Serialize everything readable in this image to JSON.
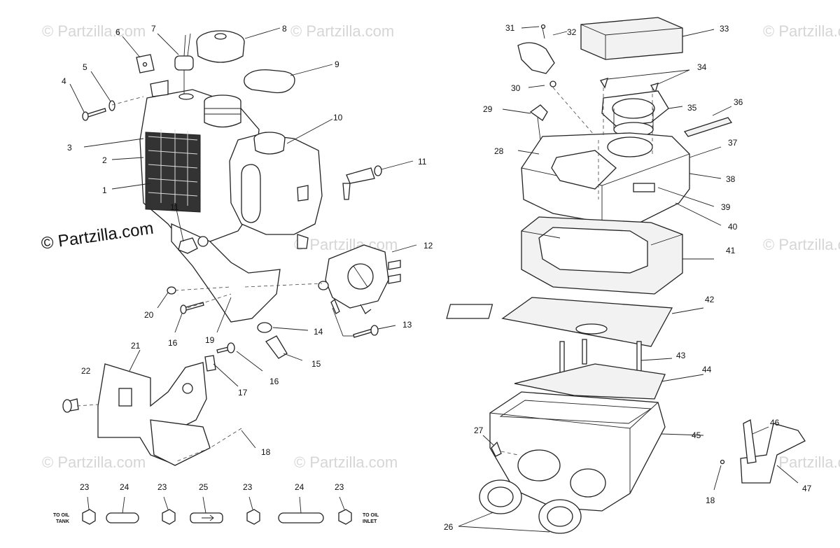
{
  "watermark": "© Partzilla.com",
  "watermark_main": "© Partzilla.com",
  "callouts": [
    "1",
    "2",
    "3",
    "4",
    "5",
    "6",
    "7",
    "8",
    "9",
    "10",
    "11",
    "11",
    "12",
    "13",
    "14",
    "15",
    "16",
    "16",
    "17",
    "18",
    "18",
    "19",
    "20",
    "21",
    "22",
    "23",
    "23",
    "23",
    "23",
    "24",
    "24",
    "25",
    "26",
    "27",
    "28",
    "29",
    "30",
    "31",
    "32",
    "33",
    "34",
    "35",
    "36",
    "37",
    "38",
    "39",
    "40",
    "41",
    "42",
    "43",
    "44",
    "45",
    "46",
    "47"
  ],
  "hose_labels": {
    "left_line1": "TO OIL",
    "left_line2": "TANK",
    "right_line1": "TO OIL",
    "right_line2": "INLET"
  }
}
